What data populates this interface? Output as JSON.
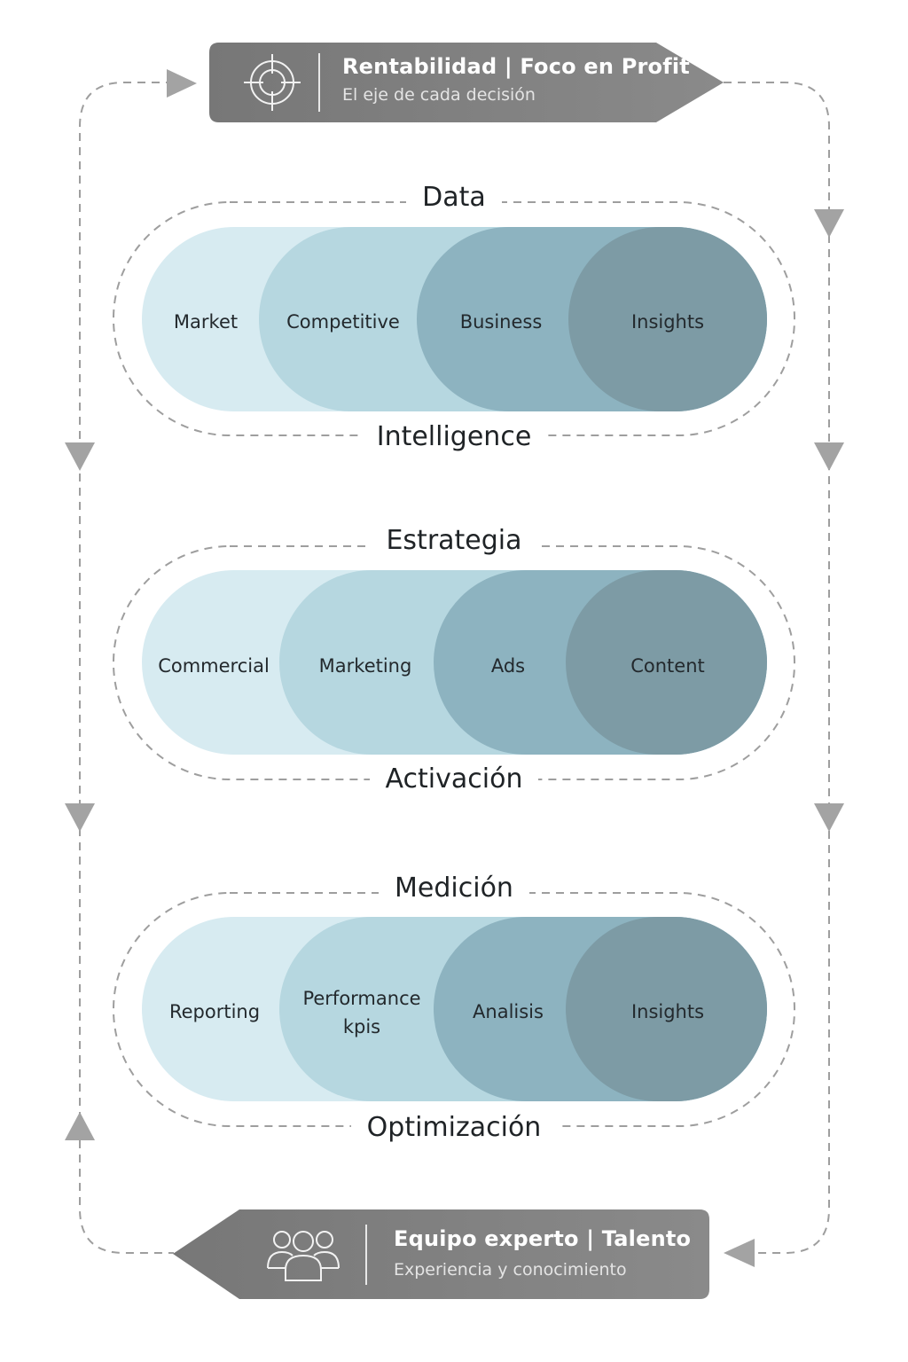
{
  "top_banner": {
    "title": "Rentabilidad | Foco en Profit",
    "subtitle": "El eje de cada decisión",
    "icon": "target-crosshair-icon"
  },
  "groups": [
    {
      "top_label": "Data",
      "bottom_label": "Intelligence",
      "items": [
        "Market",
        "Competitive",
        "Business",
        "Insights"
      ]
    },
    {
      "top_label": "Estrategia",
      "bottom_label": "Activación",
      "items": [
        "Commercial",
        "Marketing",
        "Ads",
        "Content"
      ]
    },
    {
      "top_label": "Medición",
      "bottom_label": "Optimización",
      "items": [
        "Reporting",
        "Performance kpis",
        "Analisis",
        "Insights"
      ]
    }
  ],
  "bottom_banner": {
    "title": "Equipo experto | Talento",
    "subtitle": "Experiencia y conocimiento",
    "icon": "team-people-icon"
  },
  "colors": {
    "banner": "#7a7a7a",
    "stage1": "#d7ebf1",
    "stage2": "#b6d7e0",
    "stage3": "#8db3c0",
    "stage4": "#7d9ba5",
    "connector": "#9a9a9a"
  }
}
